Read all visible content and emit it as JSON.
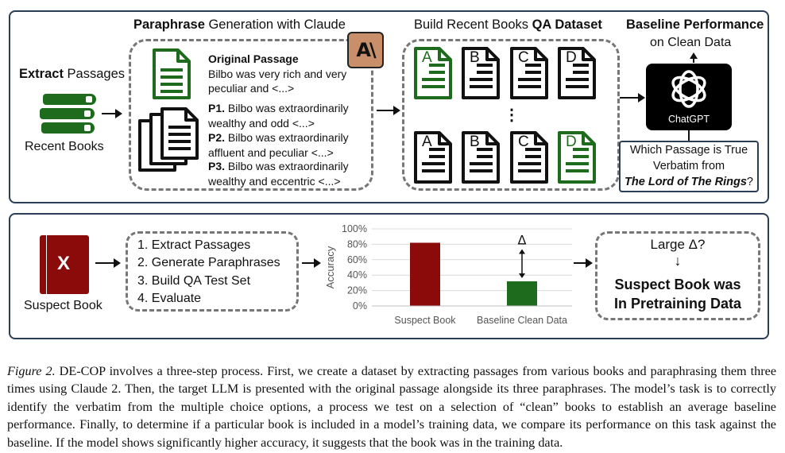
{
  "top": {
    "extract": {
      "bold": "Extract",
      "rest": " Passages",
      "sub": "Recent Books"
    },
    "paraphrase": {
      "title_bold": "Paraphrase",
      "title_rest": " Generation with Claude",
      "original_label": "Original Passage",
      "original_l1": "Bilbo was very rich and very",
      "original_l2": "peculiar and <...>",
      "p1_label": "P1.",
      "p1_l1": " Bilbo was extraordinarily",
      "p1_l2": "wealthy and odd <...>",
      "p2_label": "P2.",
      "p2_l1": " Bilbo was extraordinarily",
      "p2_l2": "affluent and peculiar <...>",
      "p3_label": "P3.",
      "p3_l1": " Bilbo was extraordinarily",
      "p3_l2": "wealthy and eccentric <...>",
      "logo": "A\\"
    },
    "qa": {
      "title_rest": "Build Recent Books ",
      "title_bold": "QA Dataset",
      "row1": [
        "A",
        "B",
        "C",
        "D"
      ],
      "row2": [
        "A",
        "B",
        "C",
        "D"
      ],
      "dots": "⋮"
    },
    "baseline": {
      "title_bold": "Baseline Performance",
      "sub": "on Clean Data",
      "chatgpt": "ChatGPT",
      "q_l1": "Which Passage is True",
      "q_l2": "Verbatim from",
      "q_l3_book": "The Lord of The Rings",
      "q_l3_mark": "?"
    }
  },
  "bottom": {
    "suspect": {
      "icon_letter": "X",
      "label": "Suspect Book"
    },
    "steps": [
      "1. Extract Passages",
      "2. Generate Paraphrases",
      "3. Build QA Test Set",
      "4. Evaluate"
    ],
    "delta": "Δ",
    "result": {
      "l1": "Large Δ?",
      "arrow": "↓",
      "l2": "Suspect Book was",
      "l3": "In Pretraining Data"
    }
  },
  "chart_data": {
    "type": "bar",
    "categories": [
      "Suspect Book",
      "Baseline Clean Data"
    ],
    "values": [
      82,
      32
    ],
    "colors": [
      "#8b0a0a",
      "#1e6b1e"
    ],
    "ylabel": "Accuracy",
    "yticks": [
      "0%",
      "20%",
      "40%",
      "60%",
      "80%",
      "100%"
    ],
    "ylim": [
      0,
      100
    ],
    "grid": true
  },
  "caption": {
    "lead": "Figure 2.",
    "text": " DE-COP involves a three-step process. First, we create a dataset by extracting passages from various books and paraphrasing them three times using Claude 2. Then, the target LLM is presented with the original passage alongside its three paraphrases. The model’s task is to correctly identify the verbatim from the multiple choice options, a process we test on a selection of “clean” books to establish an average baseline performance. Finally, to determine if a particular book is included in a model’s training data, we compare its performance on this task against the baseline. If the model shows significantly higher accuracy, it suggests that the book was in the training data."
  }
}
